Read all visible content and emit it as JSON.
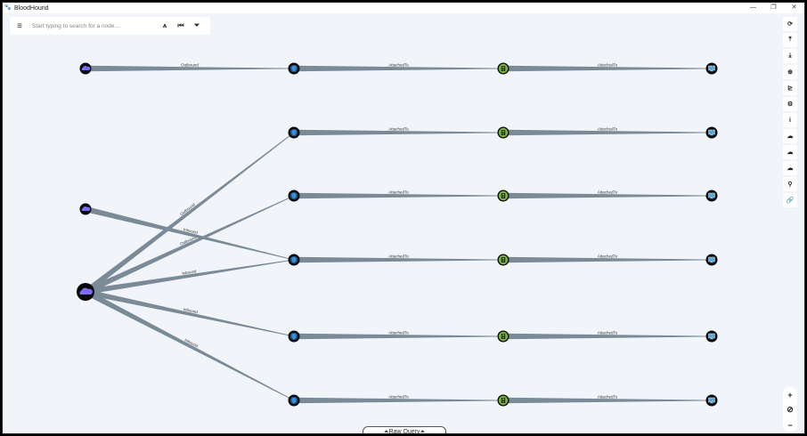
{
  "window": {
    "title": "BloodHound",
    "controls": {
      "minimize": "—",
      "maximize": "❐",
      "close": "✕"
    }
  },
  "search": {
    "placeholder": "Start typing to search for a node...",
    "value": "",
    "icons": [
      "menu-icon",
      "pathfinding-icon",
      "back-icon",
      "filter-icon"
    ]
  },
  "toolbar": {
    "buttons": [
      {
        "name": "refresh",
        "glyph": "⟳"
      },
      {
        "name": "export-graph",
        "glyph": "⤒"
      },
      {
        "name": "import-graph",
        "glyph": "⤓"
      },
      {
        "name": "upload-data",
        "glyph": "⊕"
      },
      {
        "name": "change-layout",
        "glyph": "⊵"
      },
      {
        "name": "settings",
        "glyph": "⚙"
      },
      {
        "name": "about",
        "glyph": "i"
      },
      {
        "name": "cloud-1",
        "glyph": "☁"
      },
      {
        "name": "cloud-2",
        "glyph": "☁"
      },
      {
        "name": "cloud-3",
        "glyph": "☁"
      },
      {
        "name": "search",
        "glyph": "⚲"
      },
      {
        "name": "link",
        "glyph": "🔗"
      }
    ]
  },
  "zoom": {
    "in": "+",
    "reset": "⊘",
    "out": "−"
  },
  "raw_query": {
    "label": "⏶Raw Query⏶"
  },
  "graph": {
    "colors": {
      "edge": "#7b8a97",
      "cloud_node": "#7b6ef6",
      "shield_node": "#3b8ed8",
      "storage_node": "#7cb342",
      "monitor_node": "#5aa9d6"
    },
    "nodes": [
      {
        "id": "c1",
        "type": "cloud"
      },
      {
        "id": "c2",
        "type": "cloud"
      },
      {
        "id": "c3",
        "type": "cloud",
        "large": true
      },
      {
        "id": "s1",
        "type": "shield"
      },
      {
        "id": "s2",
        "type": "shield"
      },
      {
        "id": "s3",
        "type": "shield"
      },
      {
        "id": "s4",
        "type": "shield"
      },
      {
        "id": "s5",
        "type": "shield"
      },
      {
        "id": "s6",
        "type": "shield"
      },
      {
        "id": "g1",
        "type": "storage"
      },
      {
        "id": "g2",
        "type": "storage"
      },
      {
        "id": "g3",
        "type": "storage"
      },
      {
        "id": "g4",
        "type": "storage"
      },
      {
        "id": "g5",
        "type": "storage"
      },
      {
        "id": "g6",
        "type": "storage"
      },
      {
        "id": "m1",
        "type": "monitor"
      },
      {
        "id": "m2",
        "type": "monitor"
      },
      {
        "id": "m3",
        "type": "monitor"
      },
      {
        "id": "m4",
        "type": "monitor"
      },
      {
        "id": "m5",
        "type": "monitor"
      },
      {
        "id": "m6",
        "type": "monitor"
      }
    ],
    "edges": [
      {
        "from": "c1",
        "to": "s1",
        "label": "Outbound"
      },
      {
        "from": "c3",
        "to": "s2",
        "label": "Outbound"
      },
      {
        "from": "c3",
        "to": "s3",
        "label": "Outbound"
      },
      {
        "from": "c2",
        "to": "s4",
        "label": "Inbound"
      },
      {
        "from": "c3",
        "to": "s4",
        "label": "Inbound"
      },
      {
        "from": "c3",
        "to": "s5",
        "label": "Inbound"
      },
      {
        "from": "c3",
        "to": "s6",
        "label": "Inbound"
      },
      {
        "from": "s1",
        "to": "g1",
        "label": "AttachedTo"
      },
      {
        "from": "s2",
        "to": "g2",
        "label": "AttachedTo"
      },
      {
        "from": "s3",
        "to": "g3",
        "label": "AttachedTo"
      },
      {
        "from": "s4",
        "to": "g4",
        "label": "AttachedTo"
      },
      {
        "from": "s5",
        "to": "g5",
        "label": "AttachedTo"
      },
      {
        "from": "s6",
        "to": "g6",
        "label": "AttachedTo"
      },
      {
        "from": "g1",
        "to": "m1",
        "label": "AttachedTo"
      },
      {
        "from": "g2",
        "to": "m2",
        "label": "AttachedTo"
      },
      {
        "from": "g3",
        "to": "m3",
        "label": "AttachedTo"
      },
      {
        "from": "g4",
        "to": "m4",
        "label": "AttachedTo"
      },
      {
        "from": "g5",
        "to": "m5",
        "label": "AttachedTo"
      },
      {
        "from": "g6",
        "to": "m6",
        "label": "AttachedTo"
      }
    ]
  }
}
